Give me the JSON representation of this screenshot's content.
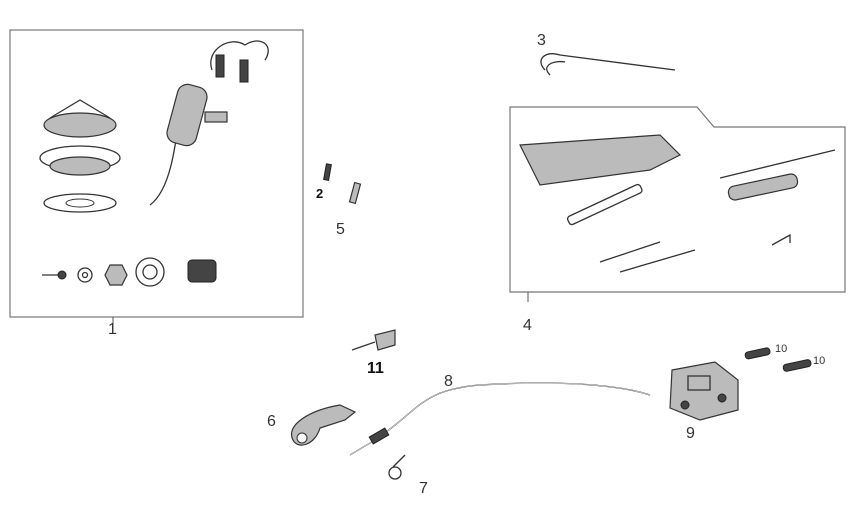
{
  "diagram": {
    "callouts": {
      "p1": "1",
      "p2": "2",
      "p3": "3",
      "p4": "4",
      "p5": "5",
      "p6": "6",
      "p7": "7",
      "p8": "8",
      "p9": "9",
      "p10a": "10",
      "p10b": "10",
      "p11": "11"
    }
  }
}
